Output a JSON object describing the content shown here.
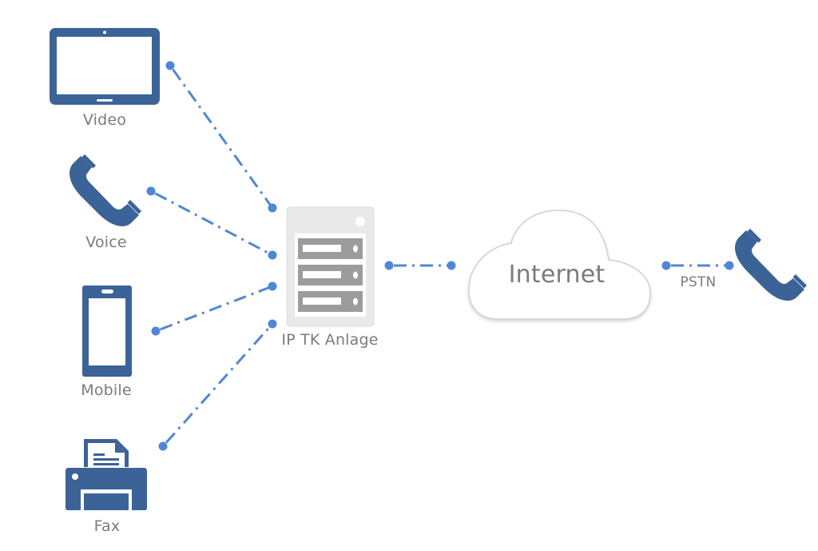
{
  "title": "IP TK Anlage network diagram",
  "colors": {
    "icon": "#3b6397",
    "connector": "#4f87d4",
    "label": "#7b7b7b",
    "server_body": "#e9e9e9",
    "server_bar": "#9c9c9c"
  },
  "nodes": {
    "video": {
      "label": "Video",
      "icon": "tablet-icon"
    },
    "voice": {
      "label": "Voice",
      "icon": "phone-handset-icon"
    },
    "mobile": {
      "label": "Mobile",
      "icon": "smartphone-icon"
    },
    "fax": {
      "label": "Fax",
      "icon": "fax-printer-icon"
    },
    "pbx": {
      "label": "IP TK Anlage",
      "icon": "server-icon"
    },
    "internet": {
      "label": "Internet",
      "icon": "cloud-icon"
    },
    "external_phone": {
      "label": "",
      "icon": "phone-handset-icon"
    }
  },
  "edges": [
    {
      "from": "video",
      "to": "pbx",
      "style": "dash-dot"
    },
    {
      "from": "voice",
      "to": "pbx",
      "style": "dash-dot"
    },
    {
      "from": "mobile",
      "to": "pbx",
      "style": "dash-dot"
    },
    {
      "from": "fax",
      "to": "pbx",
      "style": "dash-dot"
    },
    {
      "from": "pbx",
      "to": "internet",
      "style": "dash-dot"
    },
    {
      "from": "internet",
      "to": "external_phone",
      "style": "dash-dot",
      "label": "PSTN"
    }
  ]
}
